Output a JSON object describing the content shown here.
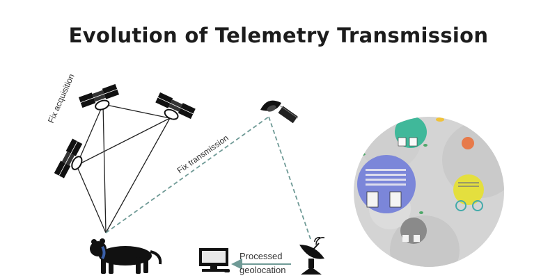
{
  "title": "Evolution of Telemetry Transmission",
  "labels": {
    "fix_acquisition": "Fix acquisition",
    "fix_transmission": "Fix transmission",
    "processed_line1": "Processed",
    "processed_line2": "geolocation"
  },
  "colors": {
    "line": "#222222",
    "dashed": "#6f9a96",
    "arrow": "#6f9a96",
    "collar": "#3a5fa8",
    "circle_bg": "#d4d4d4"
  },
  "icons": [
    "satellite-icon",
    "comm-satellite-icon",
    "jaguar-icon",
    "computer-icon",
    "satellite-dish-icon"
  ]
}
